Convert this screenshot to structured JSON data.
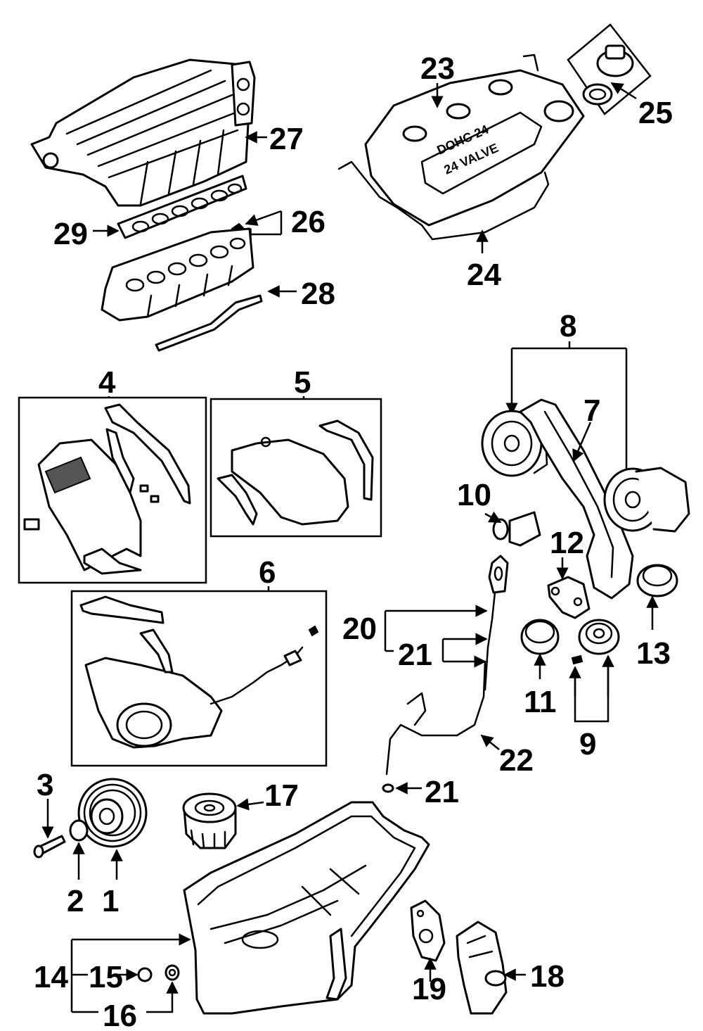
{
  "labels": {
    "l1": "1",
    "l2": "2",
    "l3": "3",
    "l4": "4",
    "l5": "5",
    "l6": "6",
    "l7": "7",
    "l8": "8",
    "l9": "9",
    "l10": "10",
    "l11": "11",
    "l12": "12",
    "l13": "13",
    "l14": "14",
    "l15": "15",
    "l16": "16",
    "l17": "17",
    "l18": "18",
    "l19": "19",
    "l20": "20",
    "l21a": "21",
    "l21b": "21",
    "l22": "22",
    "l23": "23",
    "l24": "24",
    "l25": "25",
    "l26": "26",
    "l27": "27",
    "l28": "28",
    "l29": "29"
  },
  "cover_text": {
    "line1": "DOHC 24",
    "line2": "24 VALVE"
  }
}
